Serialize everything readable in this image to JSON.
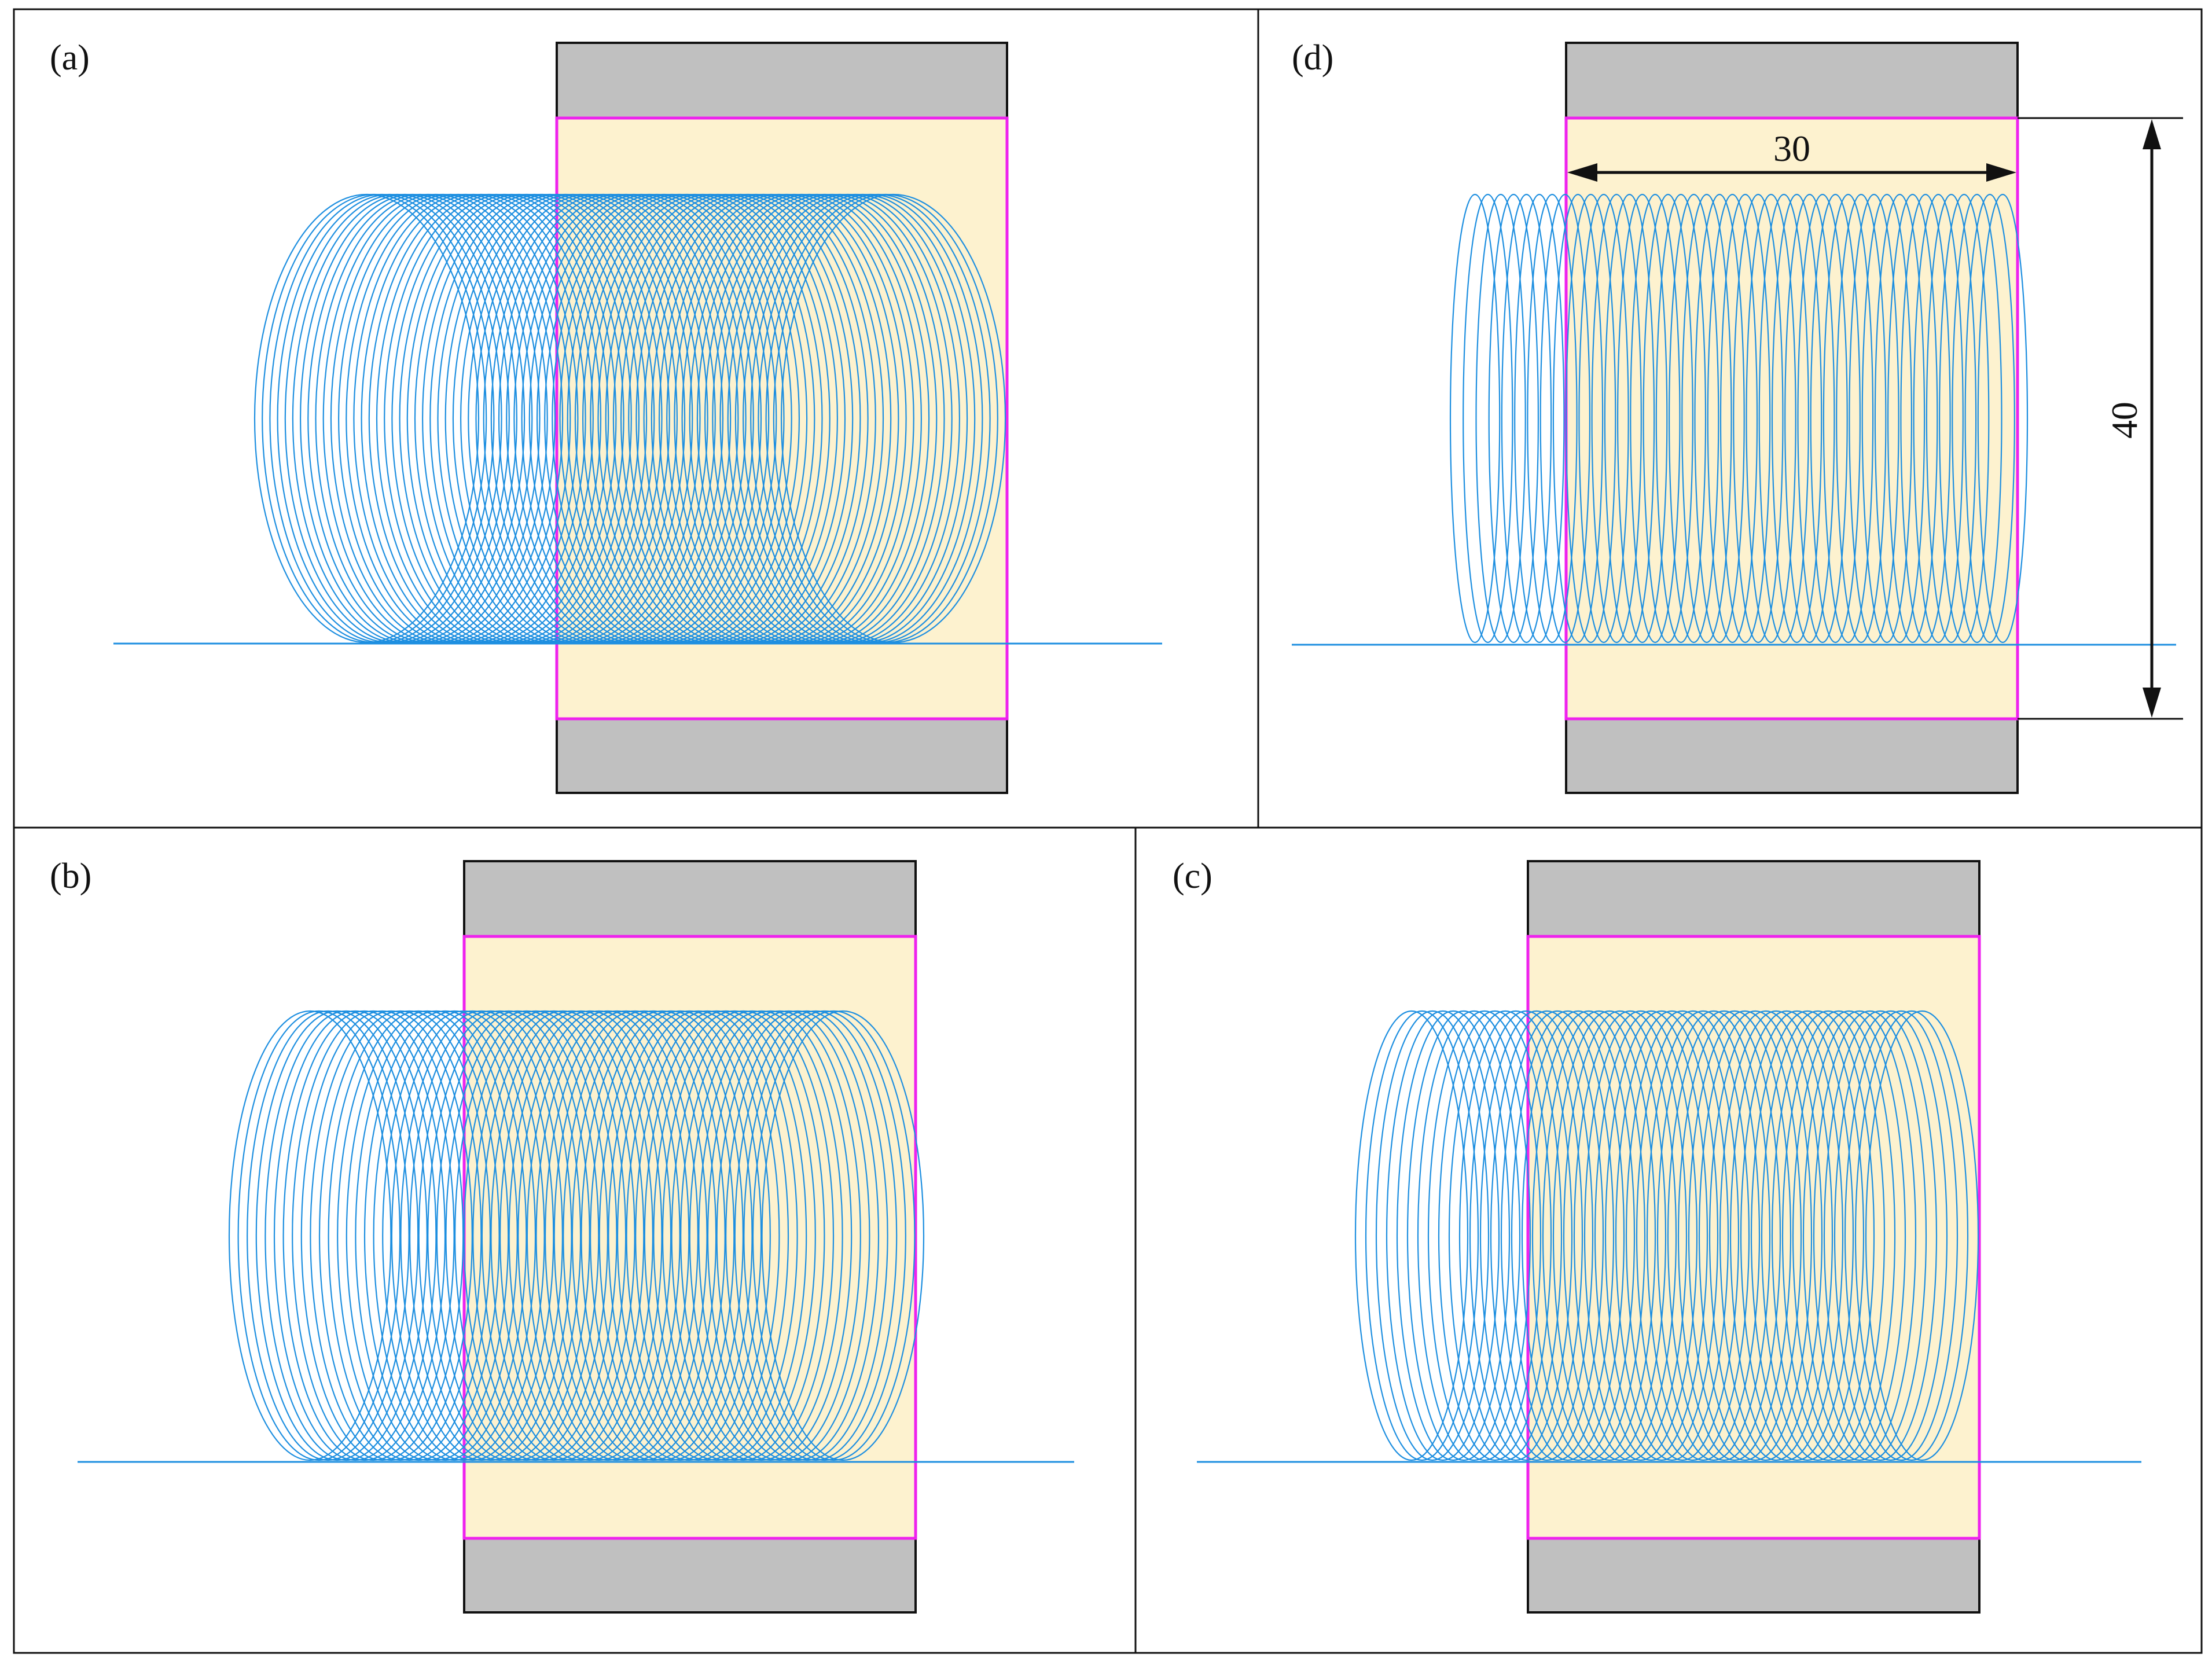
{
  "panels": [
    {
      "id": "a",
      "label": "(a)",
      "coil_turns": 70,
      "coil_end_ratio": 0.5
    },
    {
      "id": "b",
      "label": "(b)",
      "coil_turns": 60,
      "coil_end_ratio": 0.36
    },
    {
      "id": "c",
      "label": "(c)",
      "coil_turns": 50,
      "coil_end_ratio": 0.25
    },
    {
      "id": "d",
      "label": "(d)",
      "coil_turns": 42,
      "coil_end_ratio": 0.11
    }
  ],
  "dimensions": {
    "width_label": "30",
    "height_label": "40"
  },
  "colors": {
    "coil": "#1e8fe0",
    "gap_fill": "#fdf2cf",
    "gap_border": "#ee22ee",
    "block_fill": "#c0c0c0",
    "block_border": "#111111",
    "frame": "#111111"
  }
}
